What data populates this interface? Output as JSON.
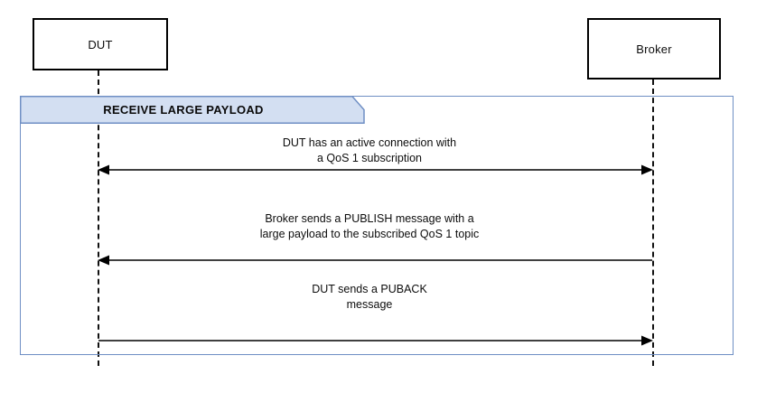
{
  "diagram": {
    "type": "sequence-diagram",
    "participants": [
      {
        "id": "dut",
        "label": "DUT"
      },
      {
        "id": "broker",
        "label": "Broker"
      }
    ],
    "fragment": {
      "label": "RECEIVE LARGE PAYLOAD",
      "fill_color": "#d3dff2",
      "border_color": "#6f8fc4"
    },
    "messages": [
      {
        "id": "message-1",
        "text": "DUT has an active connection with\na QoS 1 subscription",
        "direction": "bidirectional",
        "from": "dut",
        "to": "broker"
      },
      {
        "id": "message-2",
        "text": "Broker sends a PUBLISH message with a\nlarge payload to the subscribed QoS 1 topic",
        "direction": "right-to-left",
        "from": "broker",
        "to": "dut"
      },
      {
        "id": "message-3",
        "text": "DUT sends a PUBACK\nmessage",
        "direction": "left-to-right",
        "from": "dut",
        "to": "broker"
      }
    ]
  }
}
